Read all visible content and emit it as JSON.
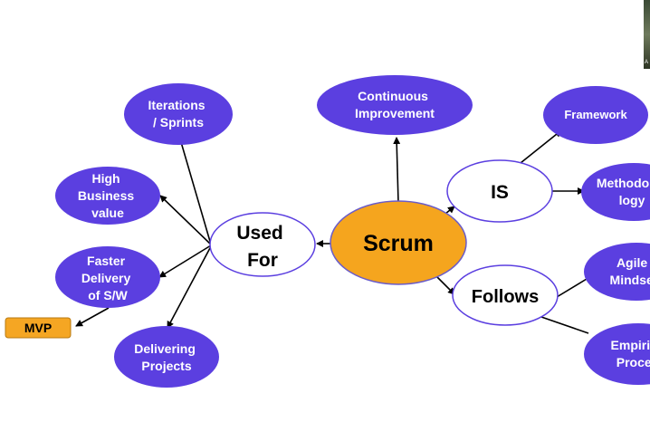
{
  "colors": {
    "blue_node": "#5b3fe0",
    "white_node_border": "#5b3fe0",
    "scrum_fill": "#f5a51e",
    "mvp_fill": "#f5a623",
    "arrow": "#000000"
  },
  "nodes": {
    "scrum": "Scrum",
    "used_for": [
      "Used",
      "For"
    ],
    "is": "IS",
    "follows": "Follows",
    "continuous_improvement": [
      "Continuous",
      "Improvement"
    ],
    "iterations_sprints": [
      "Iterations",
      "/ Sprints"
    ],
    "high_business_value": [
      "High",
      "Business",
      "value"
    ],
    "faster_delivery": [
      "Faster",
      "Delivery",
      "of S/W"
    ],
    "delivering_projects": [
      "Delivering",
      "Projects"
    ],
    "mvp": "MVP",
    "framework": "Framework",
    "methodology": [
      "Methodo",
      "logy"
    ],
    "agile_mindset": [
      "Agile",
      "Mindset"
    ],
    "empirical_process": [
      "Empirical",
      "Process"
    ]
  },
  "overlay": {
    "thumbnail_text": "A"
  }
}
